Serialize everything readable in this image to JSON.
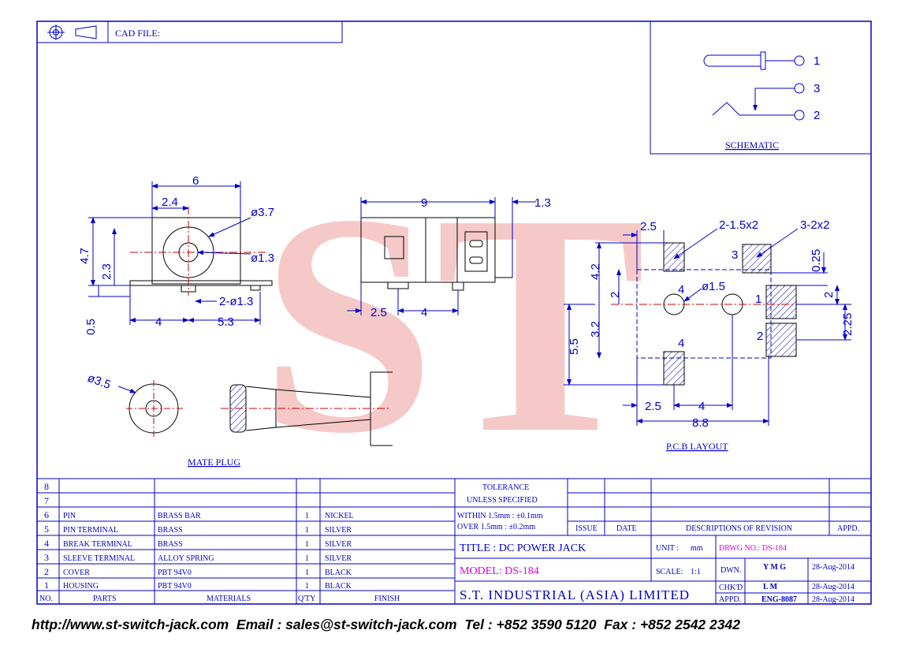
{
  "cad_file_label": "CAD FILE:",
  "schematic": {
    "title": "SCHEMATIC",
    "pin1": "1",
    "pin3": "3",
    "pin2": "2"
  },
  "front_view": {
    "d_width": "6",
    "d_offset": "2.4",
    "d_hole": "ø3.7",
    "d_pin": "ø1.3",
    "d_height": "4.7",
    "d_center": "2.3",
    "d_pins": "2-ø1.3",
    "d_bottom": "0.5",
    "d_left": "4",
    "d_right": "5.3"
  },
  "side_view": {
    "d_length": "9",
    "d_tip": "1.3",
    "d_a": "2.5",
    "d_b": "4"
  },
  "mate_plug": {
    "title": "MATE PLUG",
    "d_dia": "ø3.5"
  },
  "pcb": {
    "title": "P.C.B  LAYOUT",
    "d_top": "2.5",
    "slot_a": "2-1.5x2",
    "slot_b": "3-2x2",
    "hole": "ø1.5",
    "d_42": "4.2",
    "d_2l": "2",
    "d_32": "3.2",
    "d_55": "5.5",
    "d_025": "0.25",
    "d_2r": "2",
    "d_225": "2.25",
    "d_25b": "2.5",
    "d_4b": "4",
    "d_88": "8.8",
    "pad3": "3",
    "pad4a": "4",
    "pad1": "1",
    "pad2": "2",
    "pad4b": "4"
  },
  "bom": {
    "headers": {
      "no": "NO.",
      "parts": "PARTS",
      "materials": "MATERIALS",
      "qty": "Q'TY",
      "finish": "FINISH"
    },
    "rows": [
      {
        "no": "8",
        "part": "",
        "material": "",
        "qty": "",
        "finish": ""
      },
      {
        "no": "7",
        "part": "",
        "material": "",
        "qty": "",
        "finish": ""
      },
      {
        "no": "6",
        "part": "PIN",
        "material": "BRASS BAR",
        "qty": "1",
        "finish": "NICKEL"
      },
      {
        "no": "5",
        "part": "PIN TERMINAL",
        "material": "BRASS",
        "qty": "1",
        "finish": "SILVER"
      },
      {
        "no": "4",
        "part": "BREAK TERMINAL",
        "material": "BRASS",
        "qty": "1",
        "finish": "SILVER"
      },
      {
        "no": "3",
        "part": "SLEEVE TERMINAL",
        "material": "ALLOY SPRING",
        "qty": "1",
        "finish": "SILVER"
      },
      {
        "no": "2",
        "part": "COVER",
        "material": "PBT 94V0",
        "qty": "1",
        "finish": "BLACK"
      },
      {
        "no": "1",
        "part": "HOUSING",
        "material": "PBT 94V0",
        "qty": "1",
        "finish": "BLACK"
      }
    ]
  },
  "tolerance": {
    "line1": "TOLERANCE",
    "line2": "UNLESS  SPECIFIED",
    "within": "WITHIN 1.5mm : ±0.1mm",
    "over": "OVER   1.5mm : ±0.2mm"
  },
  "revision": {
    "issue": "ISSUE",
    "date": "DATE",
    "desc": "DESCRIPTIONS  OF  REVISION",
    "appd": "APPD."
  },
  "title_block": {
    "title": "TITLE : DC POWER JACK",
    "unit_label": "UNIT :",
    "unit_value": "mm",
    "drwg_no": "DRWG NO.: DS-184",
    "model": "MODEL: DS-184",
    "scale_label": "SCALE:",
    "scale_value": "1:1",
    "company": "S.T.  INDUSTRIAL  (ASIA)  LIMITED",
    "dwn_label": "DWN.",
    "dwn_name": "Y M G",
    "dwn_date": "28-Aug-2014",
    "chkd_label": "CHK'D",
    "chkd_name": "L M",
    "chkd_date": "28-Aug-2014",
    "appd_label": "APPD.",
    "appd_name": "ENG-8087",
    "appd_date": "28-Aug-2014"
  },
  "watermark_text": "ST",
  "footer": "http://www.st-switch-jack.com  Email : sales@st-switch-jack.com  Tel : +852 3590 5120  Fax : +852 2542 2342"
}
